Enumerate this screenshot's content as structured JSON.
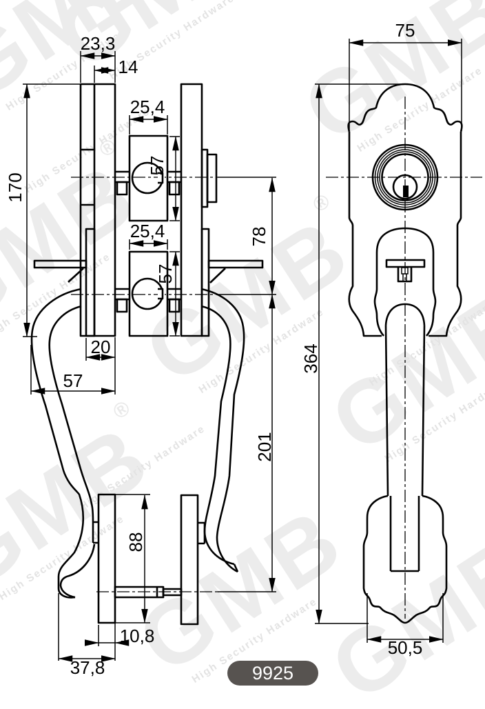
{
  "product": {
    "code": "9925"
  },
  "watermark": {
    "brand": "GMB",
    "tagline": "High Security Hardware",
    "registered_mark": "®"
  },
  "side_view": {
    "dim_plate_depth": "23,3",
    "dim_boss_depth": "14",
    "dim_plate_height": "170",
    "dim_top_hub_width": "25,4",
    "dim_top_hub_height": "57",
    "dim_bottom_hub_width": "25,4",
    "dim_bottom_hub_height": "57",
    "dim_hub_spacing": "78",
    "dim_neck_offset": "20",
    "dim_handle_projection": "57",
    "dim_handle_span": "201",
    "dim_lower_plate_height": "88",
    "dim_lower_boss_depth": "10,8",
    "dim_lower_overall_depth": "37,8"
  },
  "front_view": {
    "dim_plate_width": "75",
    "dim_overall_height": "364",
    "dim_lower_plate_width": "50,5"
  }
}
